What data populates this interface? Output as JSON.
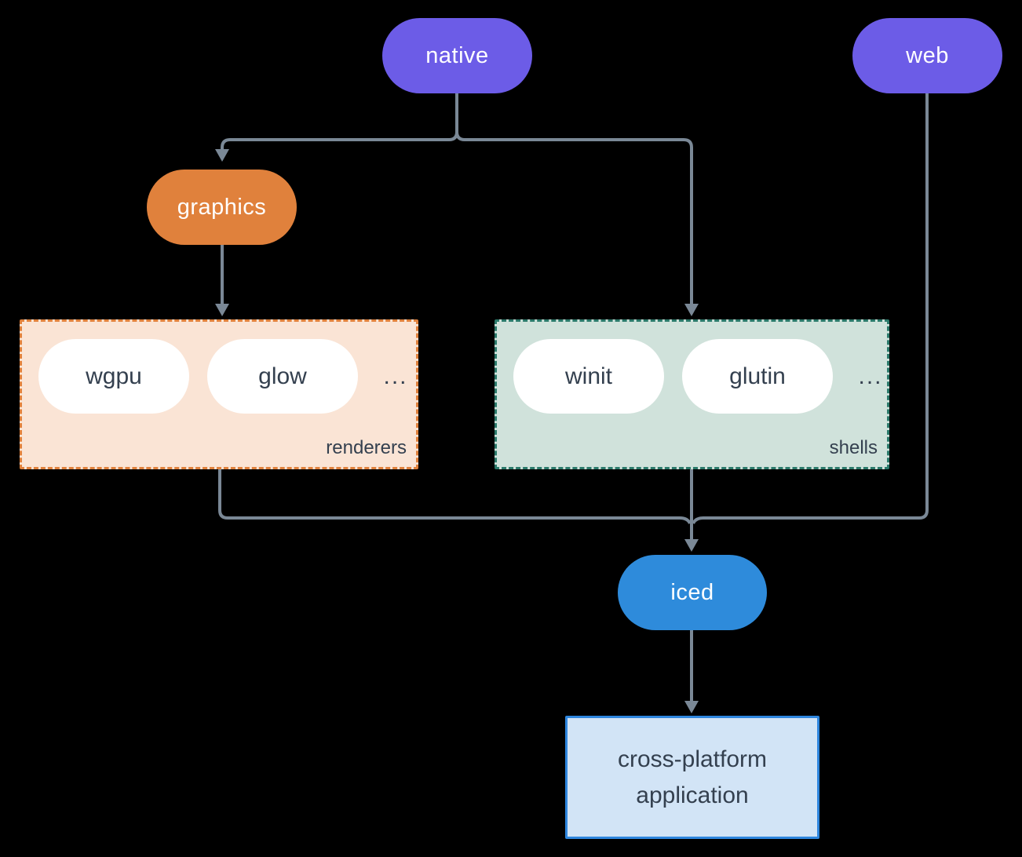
{
  "diagram": {
    "background_color": "#000000",
    "connector_color": "#7A8896",
    "nodes": {
      "native": {
        "label": "native",
        "color": "#6C5CE7",
        "text_color": "#FFFFFF"
      },
      "web": {
        "label": "web",
        "color": "#6C5CE7",
        "text_color": "#FFFFFF"
      },
      "graphics": {
        "label": "graphics",
        "color": "#E0813C",
        "text_color": "#FFFFFF"
      },
      "iced": {
        "label": "iced",
        "color": "#2E8BDB",
        "text_color": "#FFFFFF"
      },
      "application": {
        "label_line1": "cross-platform",
        "label_line2": "application",
        "fill": "#D2E4F6",
        "border": "#2E86DE",
        "text_color": "#34404F"
      }
    },
    "groups": {
      "renderers": {
        "label": "renderers",
        "fill": "#FAE4D5",
        "border": "#E0813C",
        "items": [
          "wgpu",
          "glow"
        ],
        "ellipsis": "...",
        "item_text_color": "#34404F"
      },
      "shells": {
        "label": "shells",
        "fill": "#D0E2DB",
        "border": "#2B7A6B",
        "items": [
          "winit",
          "glutin"
        ],
        "ellipsis": "...",
        "item_text_color": "#34404F"
      }
    }
  }
}
